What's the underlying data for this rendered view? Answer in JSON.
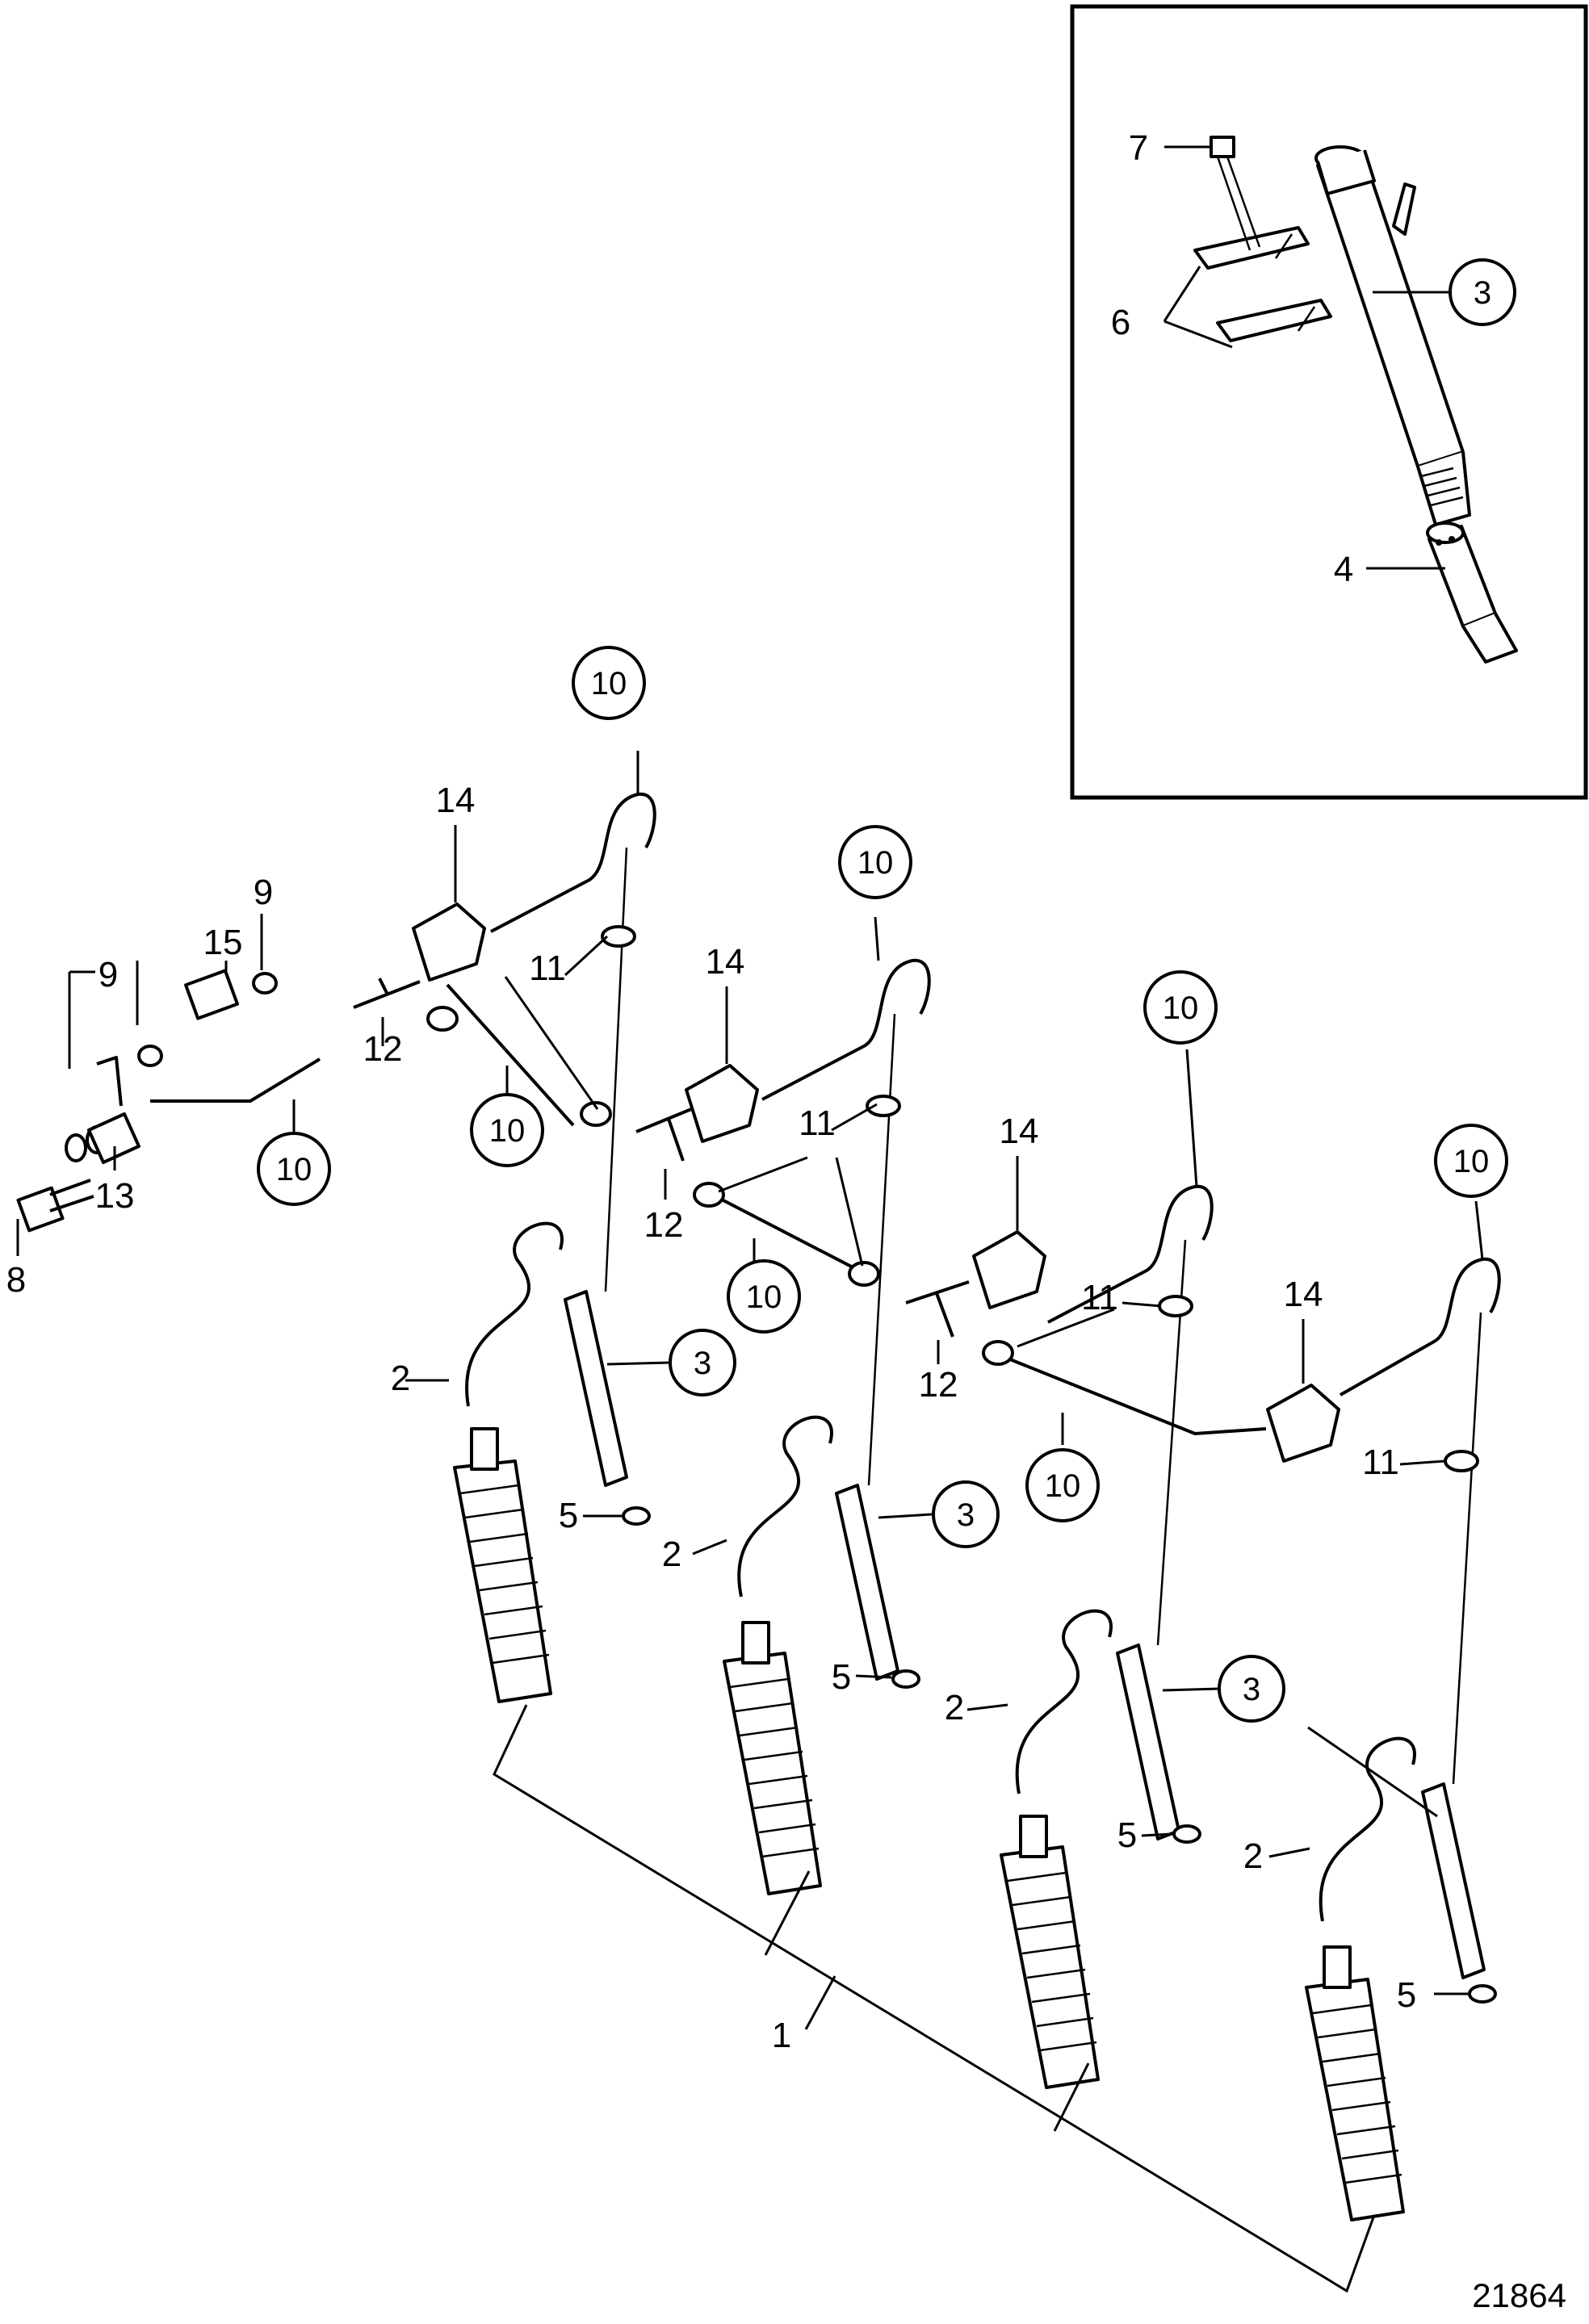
{
  "figure": {
    "drawing_number": "21864"
  },
  "callouts": [
    {
      "id": "1",
      "text": "1",
      "circled": false
    },
    {
      "id": "2",
      "text": "2",
      "circled": false
    },
    {
      "id": "3",
      "text": "3",
      "circled": true
    },
    {
      "id": "4",
      "text": "4",
      "circled": false
    },
    {
      "id": "5",
      "text": "5",
      "circled": false
    },
    {
      "id": "6",
      "text": "6",
      "circled": false
    },
    {
      "id": "7",
      "text": "7",
      "circled": false
    },
    {
      "id": "8",
      "text": "8",
      "circled": false
    },
    {
      "id": "9",
      "text": "9",
      "circled": false
    },
    {
      "id": "10",
      "text": "10",
      "circled": true
    },
    {
      "id": "11",
      "text": "11",
      "circled": false
    },
    {
      "id": "12",
      "text": "12",
      "circled": false
    },
    {
      "id": "13",
      "text": "13",
      "circled": false
    },
    {
      "id": "14",
      "text": "14",
      "circled": false
    },
    {
      "id": "15",
      "text": "15",
      "circled": false
    }
  ]
}
